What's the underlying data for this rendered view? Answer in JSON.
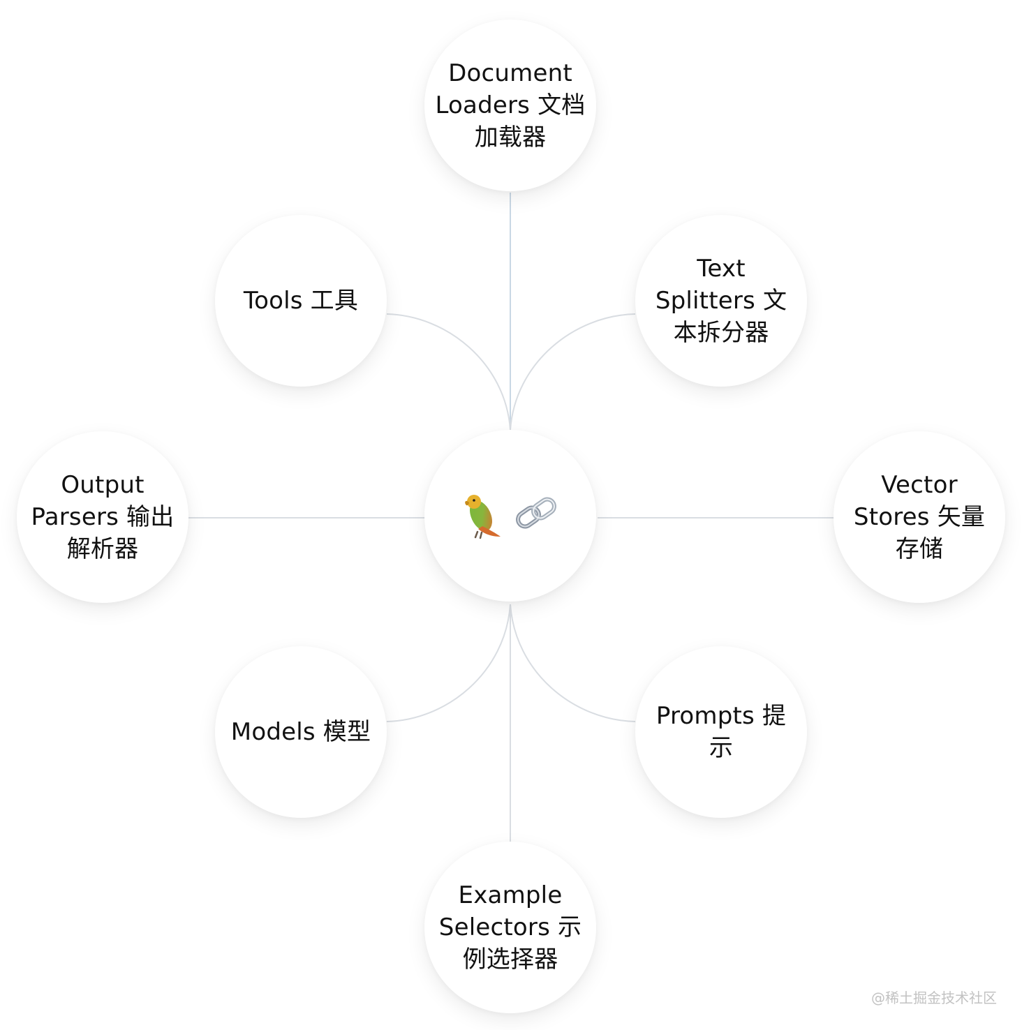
{
  "diagram": {
    "center": {
      "icons": [
        "parrot-icon",
        "chain-link-icon"
      ]
    },
    "nodes": [
      {
        "id": "document-loaders",
        "label": "Document Loaders 文档加载器"
      },
      {
        "id": "tools",
        "label": "Tools 工具"
      },
      {
        "id": "text-splitters",
        "label": "Text Splitters 文本拆分器"
      },
      {
        "id": "output-parsers",
        "label": "Output Parsers 输出解析器"
      },
      {
        "id": "vector-stores",
        "label": "Vector Stores 矢量存储"
      },
      {
        "id": "models",
        "label": "Models 模型"
      },
      {
        "id": "prompts",
        "label": "Prompts 提示"
      },
      {
        "id": "example-selectors",
        "label": "Example Selectors 示例选择器"
      }
    ],
    "colors": {
      "connector": "#d9dde2",
      "connector_top": "#c8d7e4",
      "node_background": "#ffffff",
      "text": "#111111",
      "watermark": "#c2c2c2",
      "parrot_body": "#6aa43a",
      "parrot_head": "#e6b12d",
      "chain": "#8c96a3"
    }
  },
  "watermark": "@稀土掘金技术社区"
}
